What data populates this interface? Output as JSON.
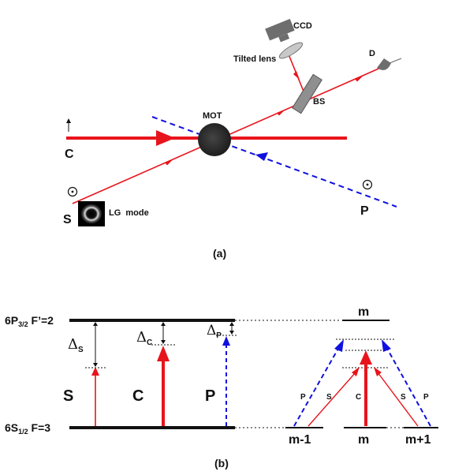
{
  "colors": {
    "red": "#e8141c",
    "blue": "#1010e0",
    "black": "#111111",
    "gray": "#6e6e6e"
  },
  "panel_a": {
    "labels": {
      "mot": "MOT",
      "ccd": "CCD",
      "tilted_lens": "Tilted lens",
      "bs": "BS",
      "detector": "D",
      "c": "C",
      "s": "S",
      "p": "P",
      "lg_mode": "LG  mode"
    },
    "caption": "(a)"
  },
  "panel_b": {
    "upper_level_main": "6P",
    "upper_level_sub": "3/2",
    "upper_level_rest": " F’=2",
    "lower_level_main": "6S",
    "lower_level_sub": "1/2",
    "lower_level_rest": " F=3",
    "delta_s_symbol": "Δ",
    "delta_s_sub": "S",
    "delta_c_symbol": "Δ",
    "delta_c_sub": "C",
    "delta_p_symbol": "Δ",
    "delta_p_sub": "P",
    "beam_s": "S",
    "beam_c": "C",
    "beam_p": "P",
    "m_upper": "m",
    "m_minus": "m-1",
    "m_center": "m",
    "m_plus": "m+1",
    "small_p_left": "P",
    "small_s_left": "S",
    "small_c": "C",
    "small_s_right": "S",
    "small_p_right": "P",
    "caption": "(b)"
  }
}
